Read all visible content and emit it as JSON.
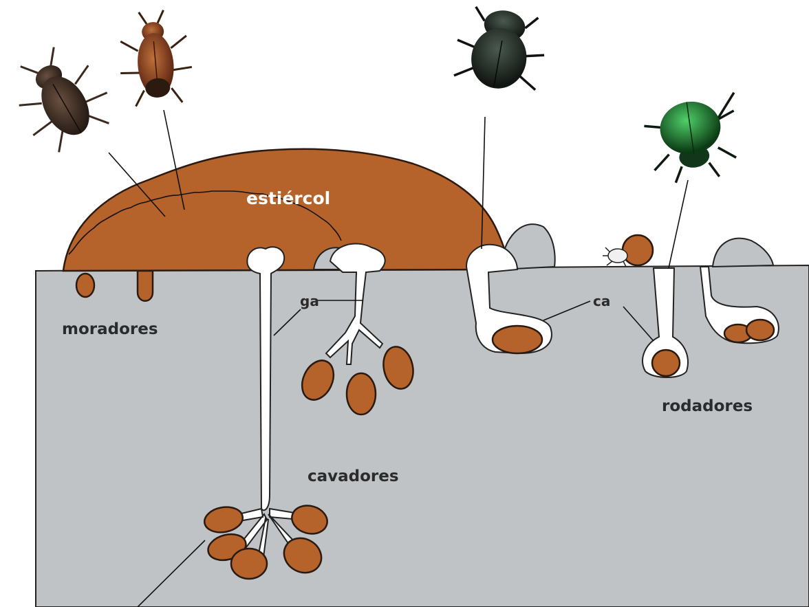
{
  "labels": {
    "dung": "estiércol",
    "dwellers": "moradores",
    "tunnelers": "cavadores",
    "rollers": "rodadores",
    "gallery_1": "ga",
    "chamber_1": "ca"
  },
  "colors": {
    "soil": "#bfc3c6",
    "dung": "#b5622b",
    "tunnel": "#ffffff",
    "outline": "#222222"
  },
  "beetles": [
    {
      "name": "dark-brown beetle",
      "color": "#2e2420"
    },
    {
      "name": "reddish-brown beetle",
      "color": "#7a3a1c"
    },
    {
      "name": "black beetle",
      "color": "#1f2620"
    },
    {
      "name": "green beetle",
      "color": "#1f6b2a"
    }
  ]
}
